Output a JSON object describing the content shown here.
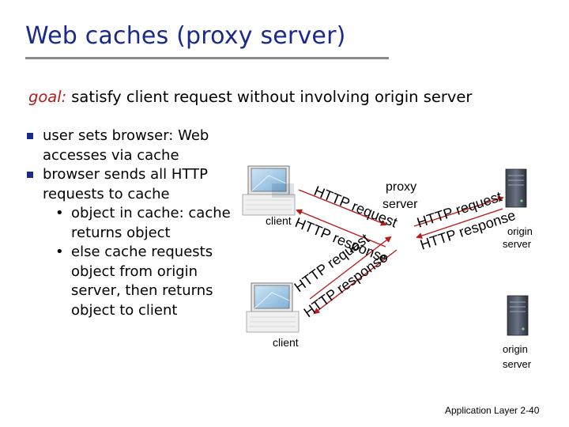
{
  "slide": {
    "title": "Web caches (proxy server)",
    "goal_label": "goal:",
    "goal_text": "satisfy client request without involving origin server",
    "bullets": [
      {
        "level": 1,
        "lines": [
          "user sets browser: Web",
          "accesses via  cache"
        ]
      },
      {
        "level": 1,
        "lines": [
          "browser sends all HTTP",
          "requests to cache"
        ]
      },
      {
        "level": 2,
        "lines": [
          "object in cache: cache",
          "returns object"
        ]
      },
      {
        "level": 2,
        "lines": [
          "else cache requests",
          "object from origin",
          "server, then returns",
          "object to client"
        ]
      }
    ],
    "footer": "Application Layer 2-40"
  },
  "diagram": {
    "labels": {
      "proxy": "proxy",
      "proxy_server": "server",
      "client_top": "client",
      "client_bottom": "client",
      "origin_top_1": "origin",
      "origin_top_2": "server",
      "origin_bottom_1": "origin",
      "origin_bottom_2": "server"
    },
    "arrows": {
      "top_request": "HTTP request",
      "top_response": "HTTP response",
      "bottom_request": "HTTP request",
      "bottom_response": "HTTP response",
      "origin_request": "HTTP request",
      "origin_response": "HTTP response"
    },
    "colors": {
      "title": "#1a2a8c",
      "goal_label": "#b71c1c",
      "arrow": "#b71c1c"
    }
  }
}
